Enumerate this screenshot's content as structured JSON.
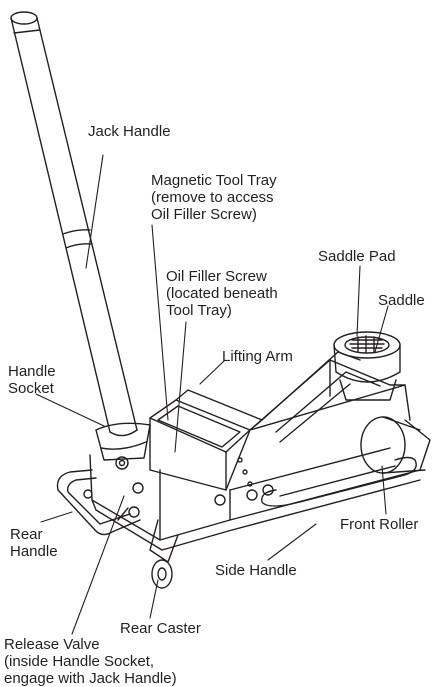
{
  "labels": {
    "jack_handle": "Jack Handle",
    "tool_tray": "Magnetic Tool Tray\n(remove to access\nOil Filler Screw)",
    "saddle_pad": "Saddle Pad",
    "oil_filler": "Oil Filler Screw\n(located beneath\nTool Tray)",
    "saddle": "Saddle",
    "lifting_arm": "Lifting Arm",
    "handle_socket": "Handle\nSocket",
    "rear_handle": "Rear\nHandle",
    "front_roller": "Front Roller",
    "side_handle": "Side Handle",
    "rear_caster": "Rear Caster",
    "release_valve": "Release Valve\n(inside Handle Socket,\nengage with Jack Handle)"
  },
  "colors": {
    "line": "#231f20",
    "background": "#ffffff"
  }
}
